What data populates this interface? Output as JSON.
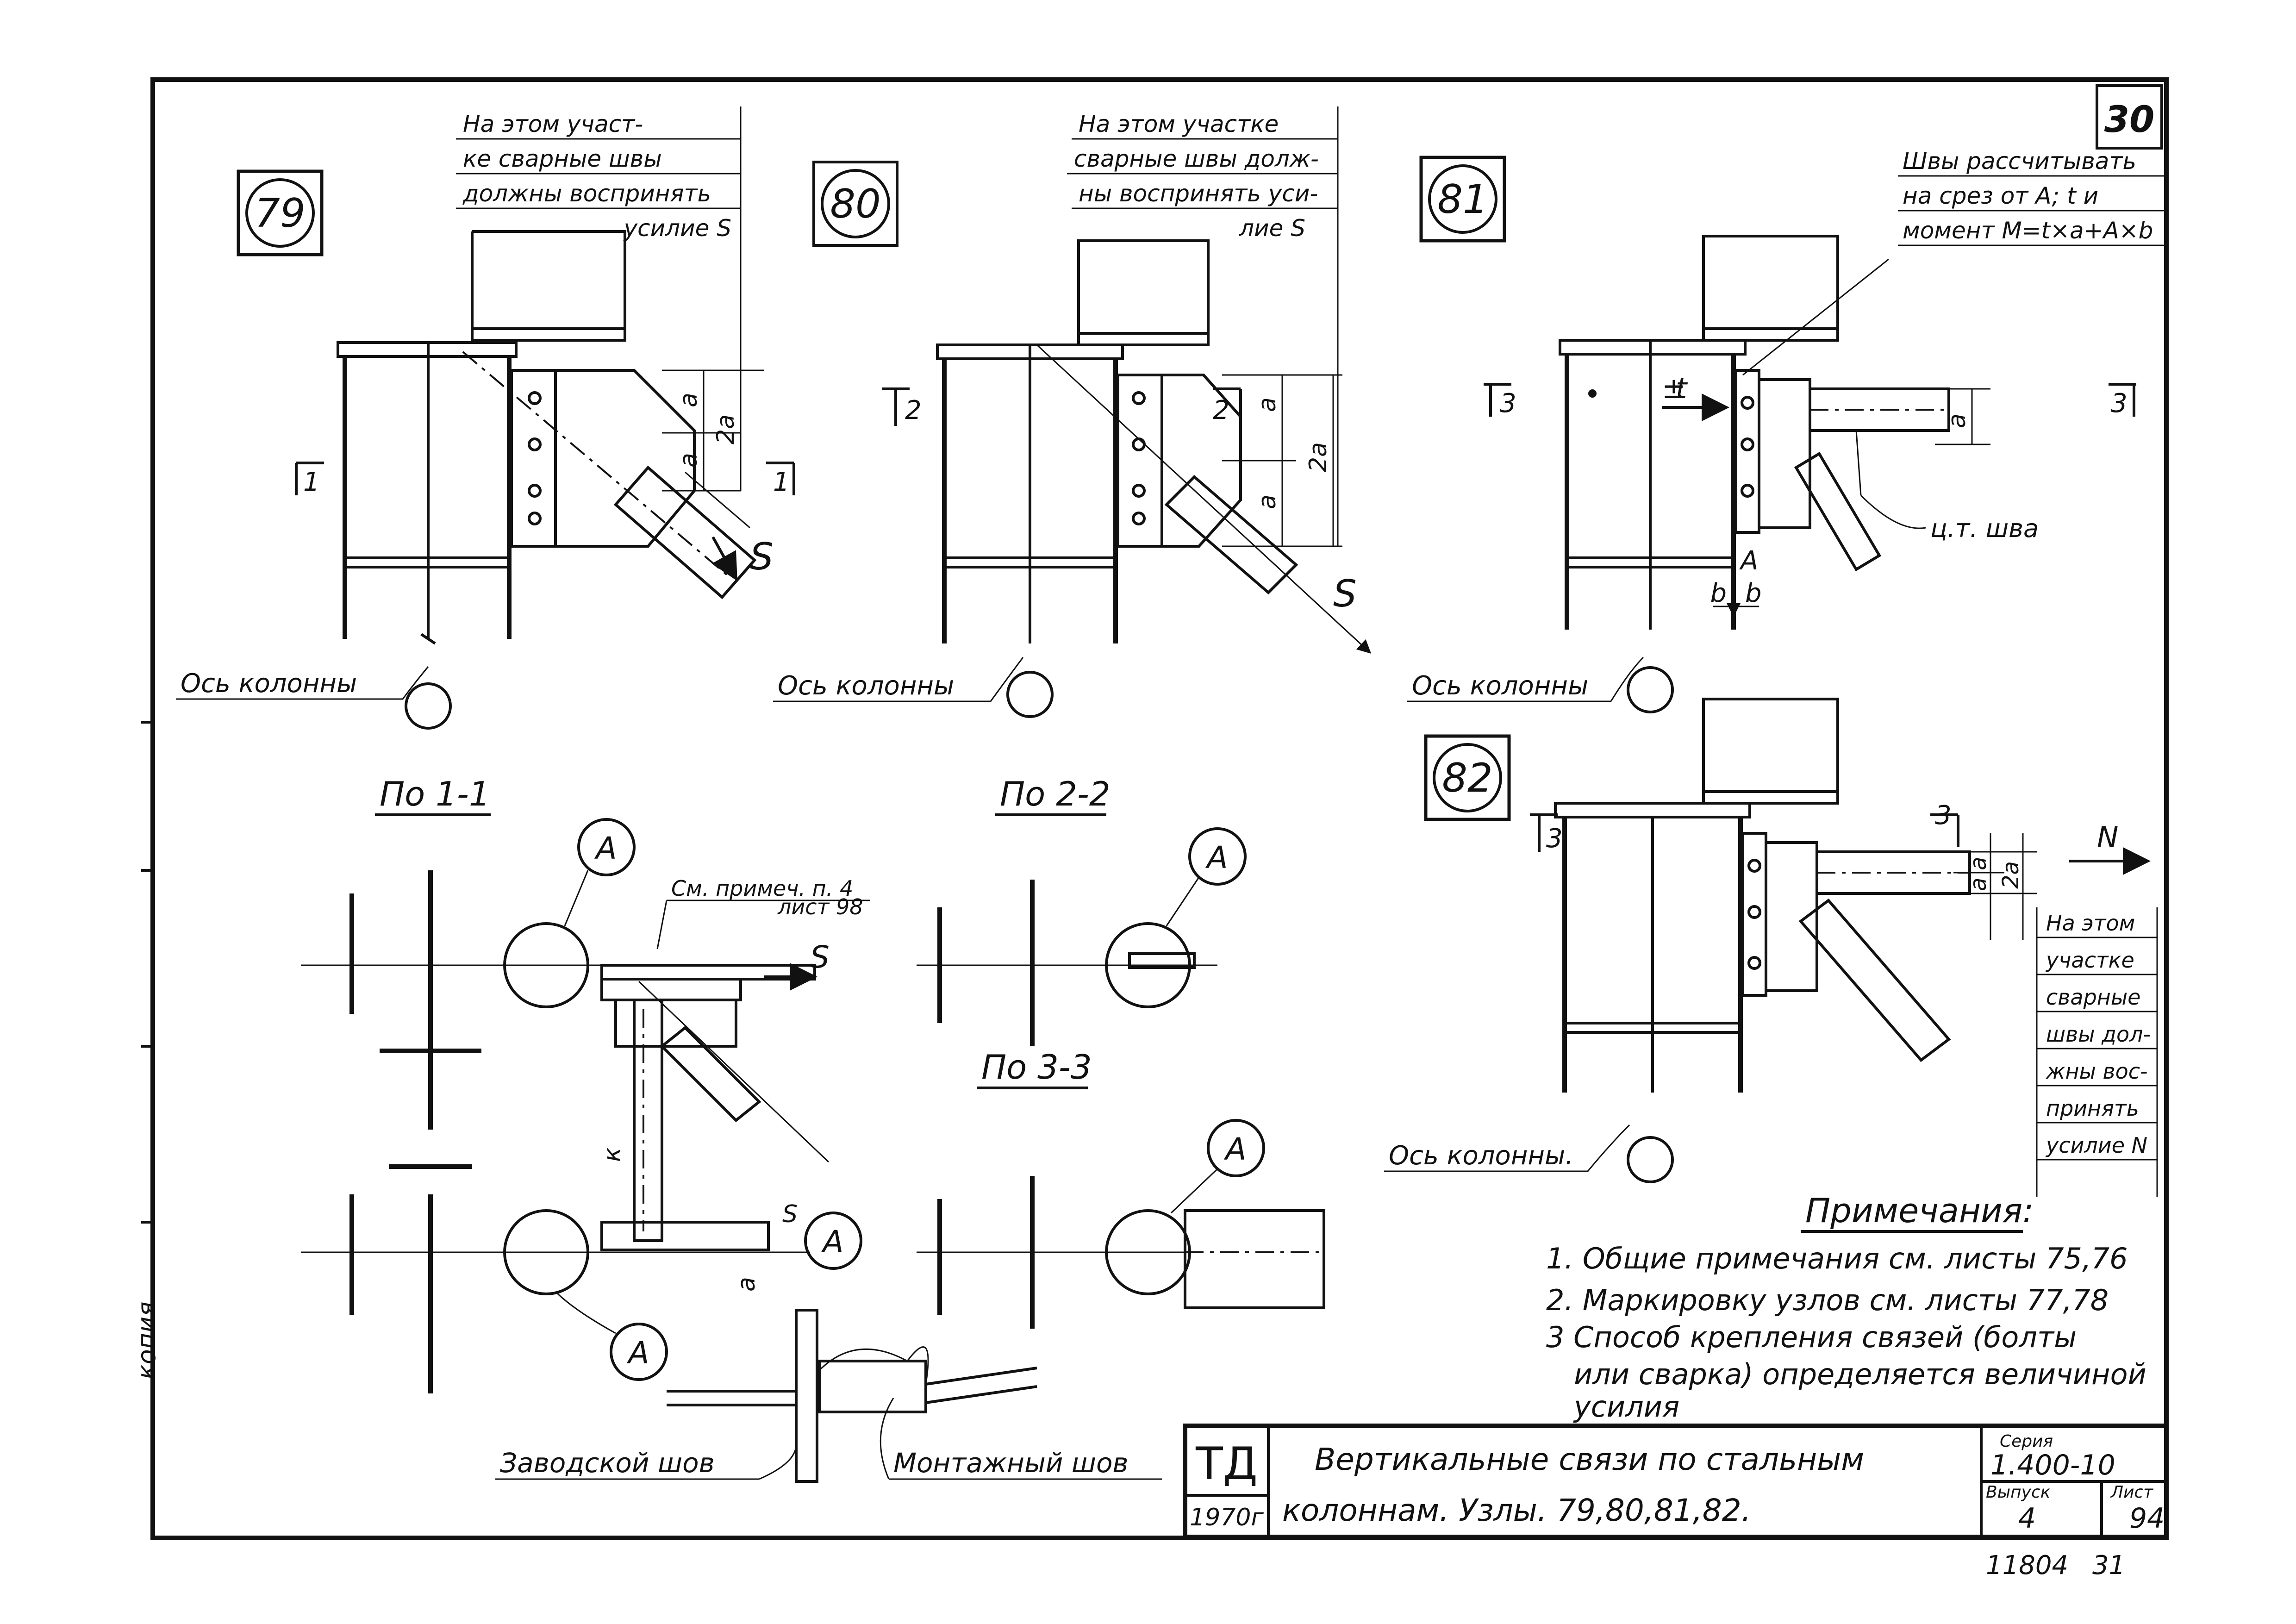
{
  "sheet_number": "30",
  "nodes": {
    "n79": {
      "id": "79",
      "note": [
        "На этом участ-",
        "ке сварные швы",
        "должны воспринять",
        "усилие S"
      ],
      "force": "S",
      "dim_a": "a",
      "dim_2a": "2a",
      "section": "1",
      "axis_label": "Ось колонны"
    },
    "n80": {
      "id": "80",
      "note": [
        "На этом участке",
        "сварные швы долж-",
        "ны воспринять уси-",
        "лие S"
      ],
      "force": "S",
      "dim_a": "a",
      "dim_2a": "2a",
      "section": "2",
      "axis_label": "Ось колонны"
    },
    "n81": {
      "id": "81",
      "note": [
        "Швы рассчитывать",
        "на срез от A; t и",
        "момент M=t×a+A×b"
      ],
      "force_t": "t",
      "force_A": "A",
      "dim_a": "a",
      "dim_b": "b",
      "weld_center": "ц.т. шва",
      "section": "3",
      "axis_label": "Ось колонны"
    },
    "n82": {
      "id": "82",
      "note": [
        "На этом",
        "участке",
        "сварные",
        "швы дол-",
        "жны вос-",
        "принять",
        "усилие N"
      ],
      "force": "N",
      "dim_a": "a",
      "dim_2a": "2a",
      "section": "3",
      "axis_label": "Ось колонны."
    }
  },
  "sections": {
    "s11": {
      "title": "По 1-1",
      "callout": "A",
      "ref_note": [
        "См. примеч. п. 4",
        "лист 98"
      ],
      "force": "S",
      "dim_k": "к",
      "dim_s": "S",
      "dim_a": "a"
    },
    "s22": {
      "title": "По 2-2",
      "callout": "A"
    },
    "s33": {
      "title": "По 3-3",
      "callout": "A"
    }
  },
  "detail": {
    "left_label": "Заводской шов",
    "right_label": "Монтажный шов"
  },
  "notes": {
    "title": "Примечания:",
    "items": [
      "1. Общие примечания см. листы 75,76",
      "2. Маркировку узлов см. листы 77,78",
      "3 Способ крепления связей (болты",
      "или сварка) определяется величиной",
      "усилия"
    ]
  },
  "title_block": {
    "org": "ТД",
    "year": "1970г",
    "title_line1": "Вертикальные связи по стальным",
    "title_line2": "колоннам. Узлы. 79,80,81,82.",
    "series_label": "Серия",
    "series_value": "1.400-10",
    "issue_label": "Выпуск",
    "issue_value": "4",
    "sheet_label": "Лист",
    "sheet_value": "94"
  },
  "margin_stamp": "копия",
  "bottom_numbers": [
    "11804",
    "31"
  ]
}
